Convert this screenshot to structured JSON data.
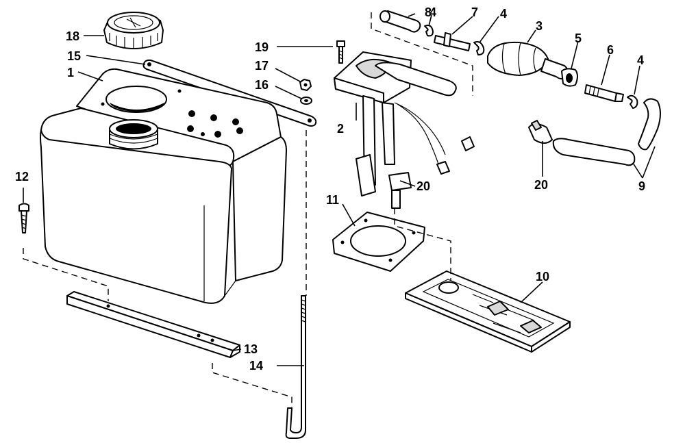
{
  "callouts": {
    "c1": "1",
    "c2": "2",
    "c3": "3",
    "c4a": "4",
    "c4b": "4",
    "c4c": "4",
    "c5": "5",
    "c6": "6",
    "c7": "7",
    "c8": "8",
    "c9": "9",
    "c10": "10",
    "c11": "11",
    "c12": "12",
    "c13": "13",
    "c14": "14",
    "c15": "15",
    "c16": "16",
    "c17": "17",
    "c18": "18",
    "c19": "19",
    "c20a": "20",
    "c20b": "20"
  }
}
